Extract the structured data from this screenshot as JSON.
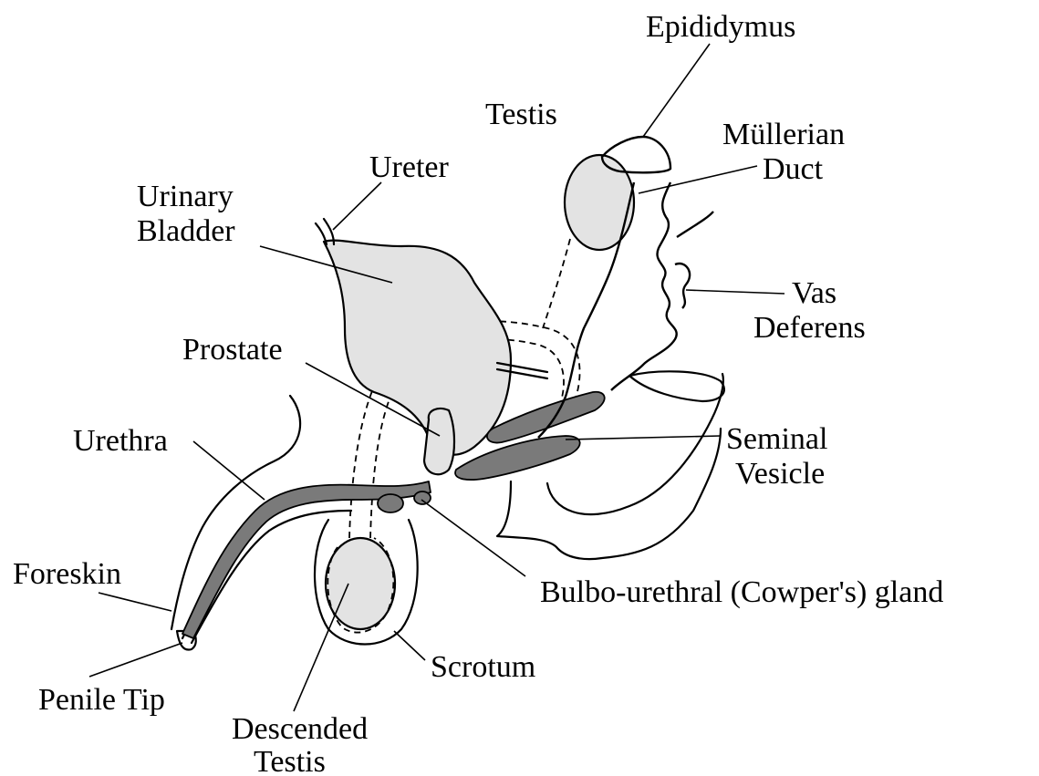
{
  "labels": {
    "epididymus": "Epididymus",
    "testis": "Testis",
    "mullerian_1": "Müllerian",
    "mullerian_2": "Duct",
    "ureter": "Ureter",
    "bladder_1": "Urinary",
    "bladder_2": "Bladder",
    "vas_1": "Vas",
    "vas_2": "Deferens",
    "prostate": "Prostate",
    "urethra": "Urethra",
    "seminal_1": "Seminal",
    "seminal_2": "Vesicle",
    "foreskin": "Foreskin",
    "cowper": "Bulbo-urethral (Cowper's) gland",
    "penile_tip": "Penile Tip",
    "scrotum": "Scrotum",
    "descended_1": "Descended",
    "descended_2": "Testis"
  },
  "colors": {
    "organ_fill": "#e3e3e3",
    "gland_fill": "#7a7a7a",
    "line": "#000000"
  }
}
